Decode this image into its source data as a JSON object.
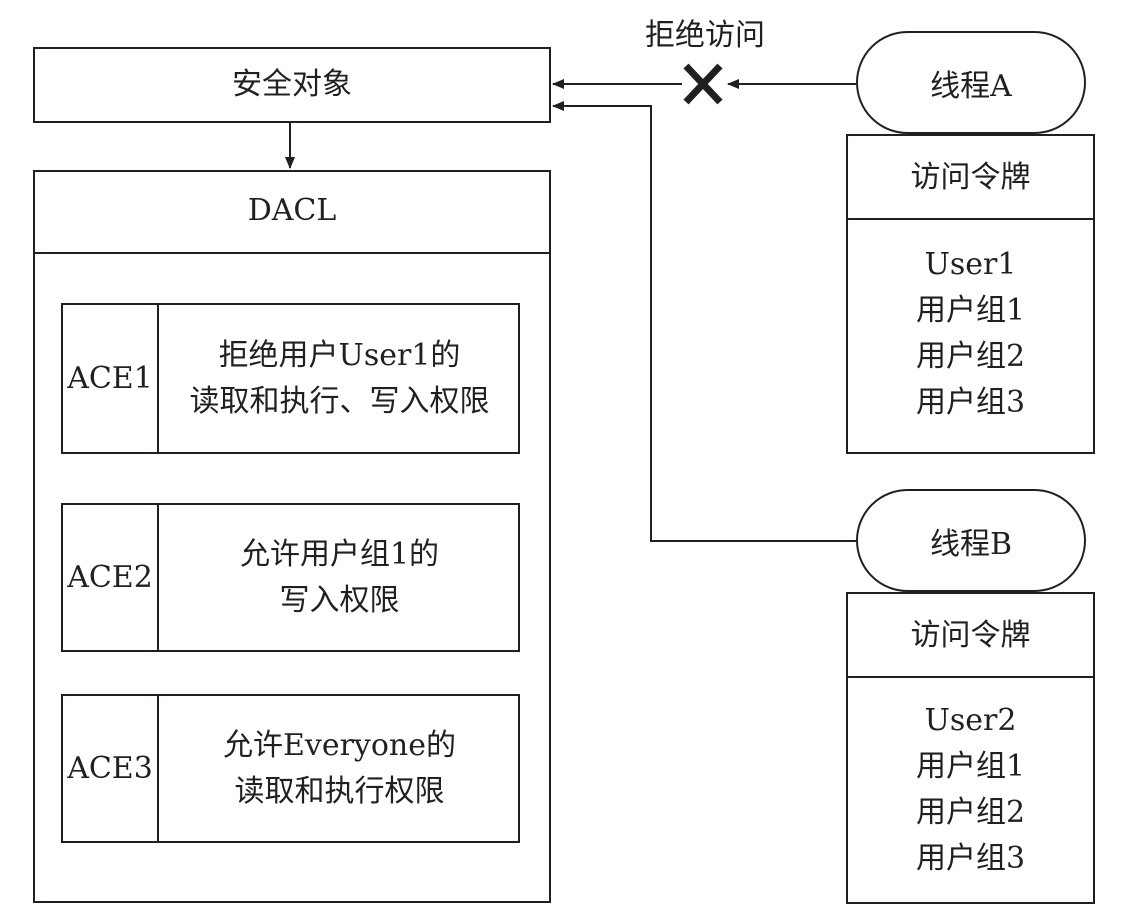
{
  "security_object": {
    "label": "安全对象"
  },
  "dacl": {
    "title": "DACL",
    "aces": [
      {
        "id": "ACE1",
        "lines": [
          "拒绝用户User1的",
          "读取和执行、写入权限"
        ]
      },
      {
        "id": "ACE2",
        "lines": [
          "允许用户组1的",
          "写入权限"
        ]
      },
      {
        "id": "ACE3",
        "lines": [
          "允许Everyone的",
          "读取和执行权限"
        ]
      }
    ]
  },
  "deny_label": "拒绝访问",
  "threads": [
    {
      "name": "线程A",
      "token_title": "访问令牌",
      "entries": [
        "User1",
        "用户组1",
        "用户组2",
        "用户组3"
      ]
    },
    {
      "name": "线程B",
      "token_title": "访问令牌",
      "entries": [
        "User2",
        "用户组1",
        "用户组2",
        "用户组3"
      ]
    }
  ],
  "colors": {
    "ink": "#231f20",
    "background": "#ffffff"
  }
}
